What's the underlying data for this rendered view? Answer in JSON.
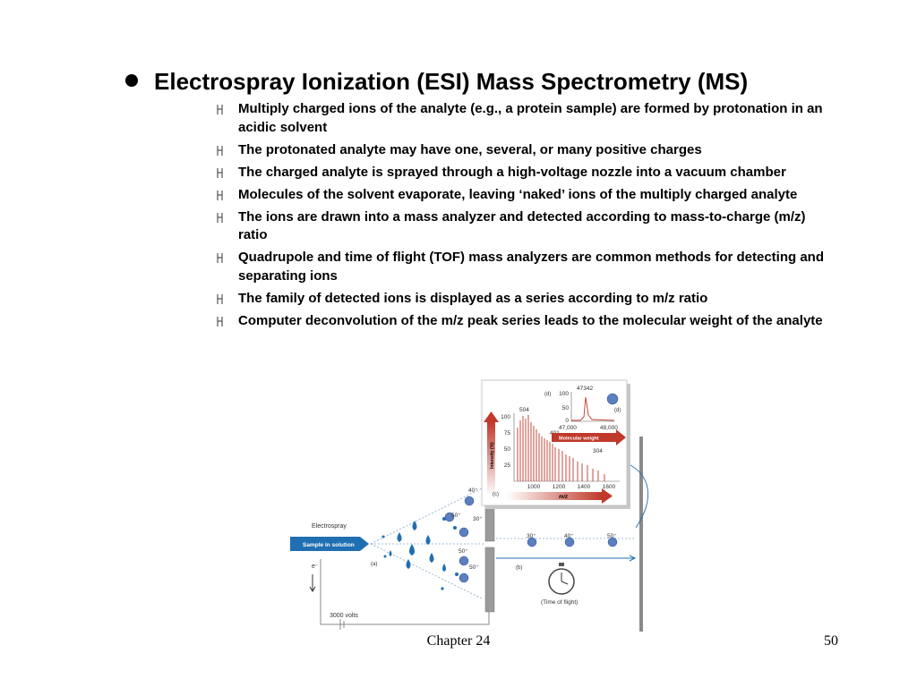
{
  "slide": {
    "title": "Electrospray Ionization (ESI) Mass Spectrometry (MS)",
    "bullets": [
      "Multiply charged ions of the analyte (e.g., a protein sample) are formed by protonation in an acidic solvent",
      "The protonated analyte may have one, several, or many positive charges",
      "The charged analyte is sprayed through a high-voltage nozzle into a vacuum chamber",
      "Molecules of the solvent evaporate, leaving ‘naked’ ions of the multiply charged analyte",
      "The ions are drawn into a mass analyzer and detected according to mass-to-charge (m/z) ratio",
      "Quadrupole and time of flight (TOF) mass analyzers are common methods for detecting and separating ions",
      "The family of detected ions is displayed as a series according to m/z ratio",
      "Computer deconvolution of the m/z peak series leads to the molecular weight of the analyte"
    ],
    "footer_chapter": "Chapter 24",
    "footer_page": "50"
  },
  "figure": {
    "electrospray_label": "Electrospray",
    "sample_label": "Sample in solution",
    "electron_label": "e⁻",
    "voltage_label": "3000 volts",
    "panel_a": "(a)",
    "panel_b": "(b)",
    "panel_c": "(c)",
    "panel_d": "(d)",
    "tof_label": "(Time of flight)",
    "droplet_charges": [
      "40⁺",
      "50⁺",
      "30⁺",
      "50⁺",
      "50⁺"
    ],
    "flight_charges": [
      "30⁺",
      "40⁺",
      "50⁺"
    ],
    "spectrum_ylabel": "Intensity (%)",
    "spectrum_xlabel": "m/z",
    "mw_label": "Molecular weight",
    "spectrum_yticks": [
      "100",
      "75",
      "50",
      "25"
    ],
    "spectrum_xticks": [
      "1000",
      "1200",
      "1400",
      "1600"
    ],
    "peak_labels": [
      "504",
      "401",
      "304"
    ],
    "inset_peak": "47342",
    "inset_yticks": [
      "100",
      "50",
      "0"
    ],
    "inset_xticks": [
      "47,000",
      "48,000"
    ],
    "colors": {
      "arrow_red": "#c0392b",
      "spray_blue": "#1f6fb2",
      "peak_red": "#c0392b"
    }
  }
}
